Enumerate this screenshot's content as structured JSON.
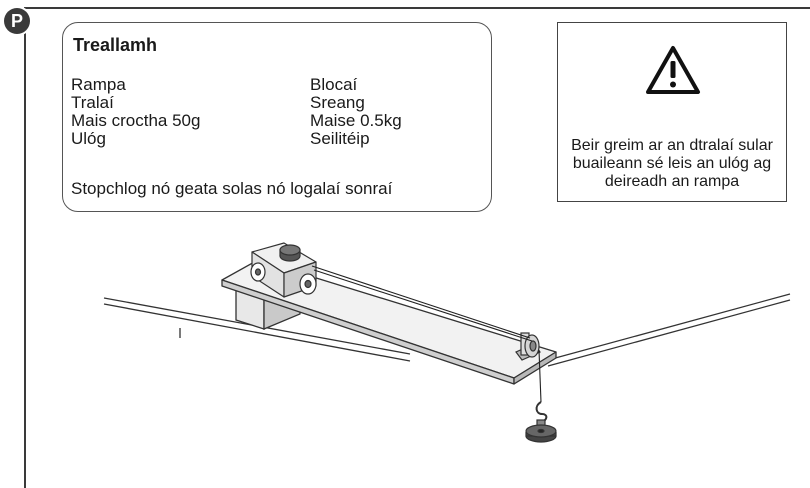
{
  "badge": "P",
  "equipment": {
    "title": "Treallamh",
    "left_items": [
      "Rampa",
      "Tralaí",
      "Mais croctha 50g",
      "Ulóg"
    ],
    "right_items": [
      "Blocaí",
      "Sreang",
      "Maise 0.5kg",
      "Seilitéip"
    ],
    "note": "Stopchlog nó geata solas nó logalaí sonraí"
  },
  "warning": {
    "icon": "warning-triangle-icon",
    "text": "Beir greim ar an dtralaí sular buaileann sé leis an ulóg ag deireadh an rampa"
  }
}
